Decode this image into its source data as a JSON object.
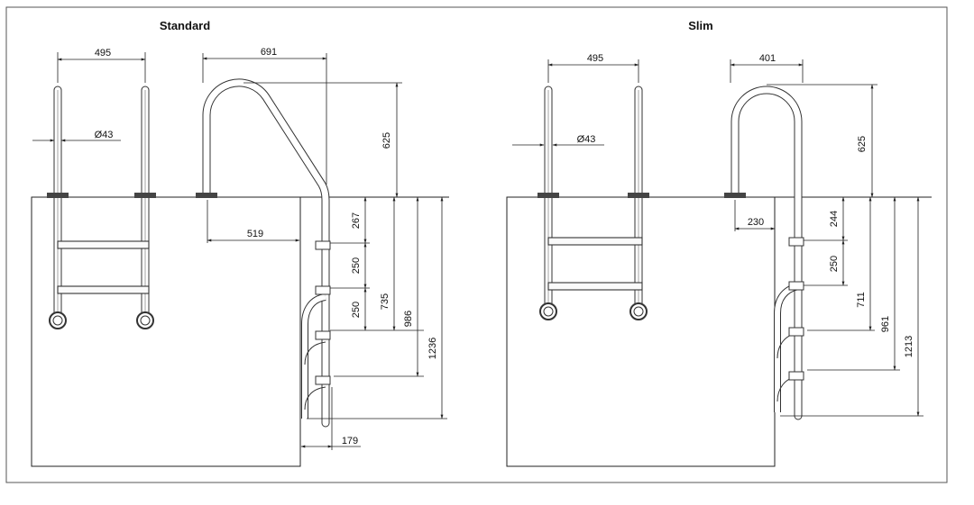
{
  "standard": {
    "title": "Standard",
    "width_front": "495",
    "tube_dia": "Ø43",
    "width_side": "691",
    "above_deck": "625",
    "deck_to_wall": "519",
    "step1": "267",
    "step2": "250",
    "step3": "250",
    "depth_a": "735",
    "depth_b": "986",
    "depth_c": "1236",
    "wall_offset": "179"
  },
  "slim": {
    "title": "Slim",
    "width_front": "495",
    "tube_dia": "Ø43",
    "width_side": "401",
    "above_deck": "625",
    "deck_to_wall": "230",
    "step1": "244",
    "step2": "250",
    "depth_a": "711",
    "depth_b": "961",
    "depth_c": "1213"
  },
  "colors": {
    "line": "#222222",
    "tube": "#333333",
    "background": "#ffffff"
  }
}
